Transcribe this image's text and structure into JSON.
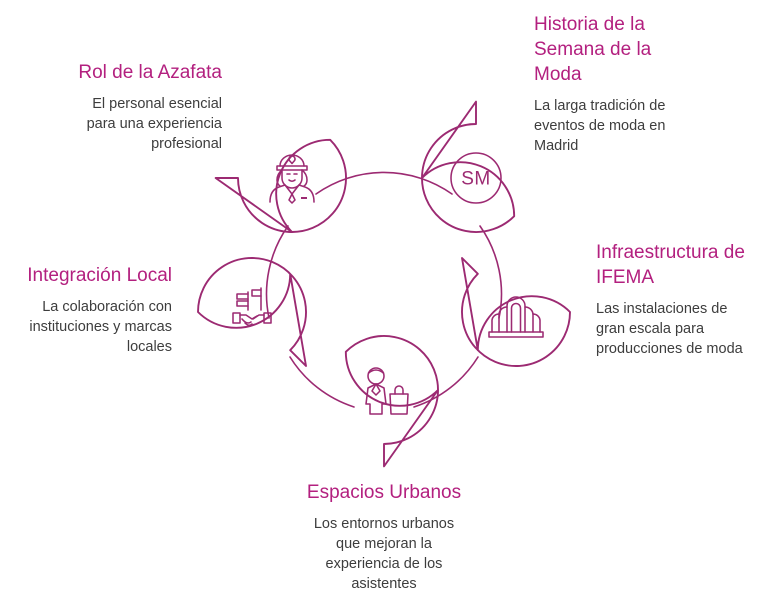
{
  "diagram": {
    "type": "circular-pin-infographic",
    "node_count": 5,
    "accent_color": "#b3207f",
    "stroke_color": "#9c2a72",
    "body_text_color": "#3d3d3d",
    "background_color": "#ffffff"
  },
  "nodes": [
    {
      "id": "rol-azafata",
      "heading": "Rol de la Azafata",
      "body": "El personal esencial\npara una experiencia\nprofesional",
      "icon": "flight-attendant-icon",
      "align": "right",
      "position": "top-left"
    },
    {
      "id": "historia-semana-moda",
      "heading": "Historia de la\nSemana de la\nModa",
      "body": "La larga tradición de\neventos de moda en\nMadrid",
      "icon": "sm-monogram-icon",
      "icon_label": "SM",
      "align": "left",
      "position": "top-right"
    },
    {
      "id": "infraestructura-ifema",
      "heading": "Infraestructura de\nIFEMA",
      "body": "Las instalaciones de\ngran escala para\nproducciones de moda",
      "icon": "exhibition-pavilion-icon",
      "align": "left",
      "position": "right"
    },
    {
      "id": "espacios-urbanos",
      "heading": "Espacios Urbanos",
      "body": "Los entornos urbanos\nque mejoran la\nexperiencia de los\nasistentes",
      "icon": "shopper-person-icon",
      "align": "center",
      "position": "bottom"
    },
    {
      "id": "integracion-local",
      "heading": "Integración Local",
      "body": "La colaboración con\ninstituciones y marcas\nlocales",
      "icon": "handshake-flags-icon",
      "align": "right",
      "position": "left"
    }
  ]
}
